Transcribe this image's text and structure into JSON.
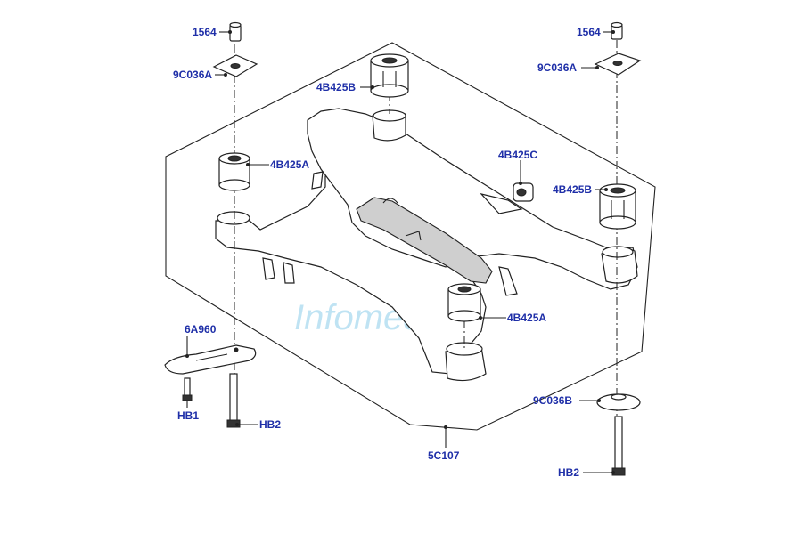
{
  "watermark": "Infomedia",
  "labels": {
    "p1564_left": "1564",
    "p9c036a_left": "9C036A",
    "p4b425a_left": "4B425A",
    "p6a960": "6A960",
    "hb1": "HB1",
    "hb2_left": "HB2",
    "p4b425b_top": "4B425B",
    "p4b425c": "4B425C",
    "p4b425a_center": "4B425A",
    "p5c107": "5C107",
    "p1564_right": "1564",
    "p9c036a_right": "9C036A",
    "p4b425b_right": "4B425B",
    "p9c036b": "9C036B",
    "hb2_right": "HB2"
  },
  "colors": {
    "label": "#1f2fa8",
    "watermark": "#bfe3f3",
    "line": "#222222"
  }
}
